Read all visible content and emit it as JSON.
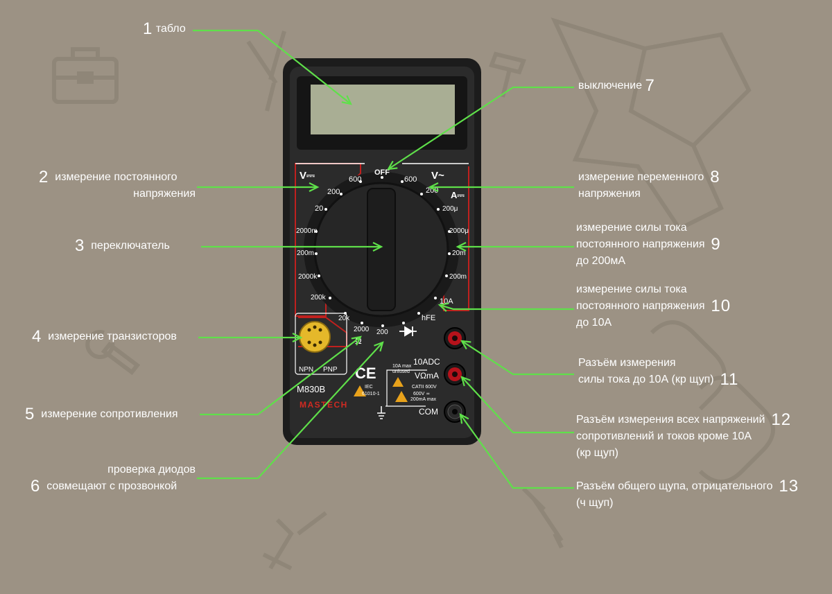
{
  "device": {
    "model": "M830B",
    "brand": "MASTECH",
    "switch_labels": {
      "off": "OFF",
      "vdc": "V⎓",
      "vac": "V~",
      "adc": "A⎓",
      "v600_left": "600",
      "v200_left": "200",
      "v20": "20",
      "v2000m": "2000m",
      "v200m": "200m",
      "r2000k": "2000k",
      "r200k": "200k",
      "r20k": "20k",
      "r2000": "2000",
      "r200": "200",
      "ohm": "Ω",
      "v600_right": "600",
      "v200_right": "200",
      "a200u": "200μ",
      "a2000u": "2000μ",
      "a20m": "20m",
      "a200m": "200m",
      "a10": "10A",
      "hfe": "hFE",
      "npn": "NPN",
      "pnp": "PNP",
      "ce": "CE",
      "iec1": "IEC",
      "iec2": "61010-1",
      "j10adc": "10ADC",
      "jvoma": "VΩmA",
      "jcom": "COM",
      "warn10a1": "10A max",
      "warn10a2": "unfused",
      "cat1": "CATII 600V",
      "cat2": "600V ≂",
      "cat3": "200mA max"
    }
  },
  "callouts": [
    {
      "num": "1",
      "lines": [
        "табло"
      ]
    },
    {
      "num": "2",
      "lines": [
        "измерение постоянного",
        "напряжения"
      ]
    },
    {
      "num": "3",
      "lines": [
        "переключатель"
      ]
    },
    {
      "num": "4",
      "lines": [
        "измерение транзисторов"
      ]
    },
    {
      "num": "5",
      "lines": [
        "измерение сопротивления"
      ]
    },
    {
      "num": "6",
      "lines": [
        "проверка диодов",
        "совмещают с прозвонкой"
      ]
    },
    {
      "num": "7",
      "lines": [
        "выключение"
      ]
    },
    {
      "num": "8",
      "lines": [
        "измерение переменного",
        "напряжения"
      ]
    },
    {
      "num": "9",
      "lines": [
        "измерение силы тока",
        "постоянного напряжения",
        "до 200мА"
      ]
    },
    {
      "num": "10",
      "lines": [
        "измерение силы тока",
        "постоянного напряжения",
        "до 10А"
      ]
    },
    {
      "num": "11",
      "lines": [
        "Разъём измерения",
        "силы тока до 10А (кр щуп)"
      ]
    },
    {
      "num": "12",
      "lines": [
        "Разъём измерения всех напряжений",
        "сопротивлений и токов кроме 10А",
        "(кр щуп)"
      ]
    },
    {
      "num": "13",
      "lines": [
        "Разъём общего щупа, отрицательного",
        "(ч щуп)"
      ]
    }
  ],
  "colors": {
    "background": "#9c9284",
    "pointer": "#5fe04a",
    "body": "#2a2a2a",
    "lcd": "#a9ae94",
    "panel_red": "#c0201e",
    "socket_red": "#b5121b",
    "transistor_socket": "#e5b82a"
  }
}
